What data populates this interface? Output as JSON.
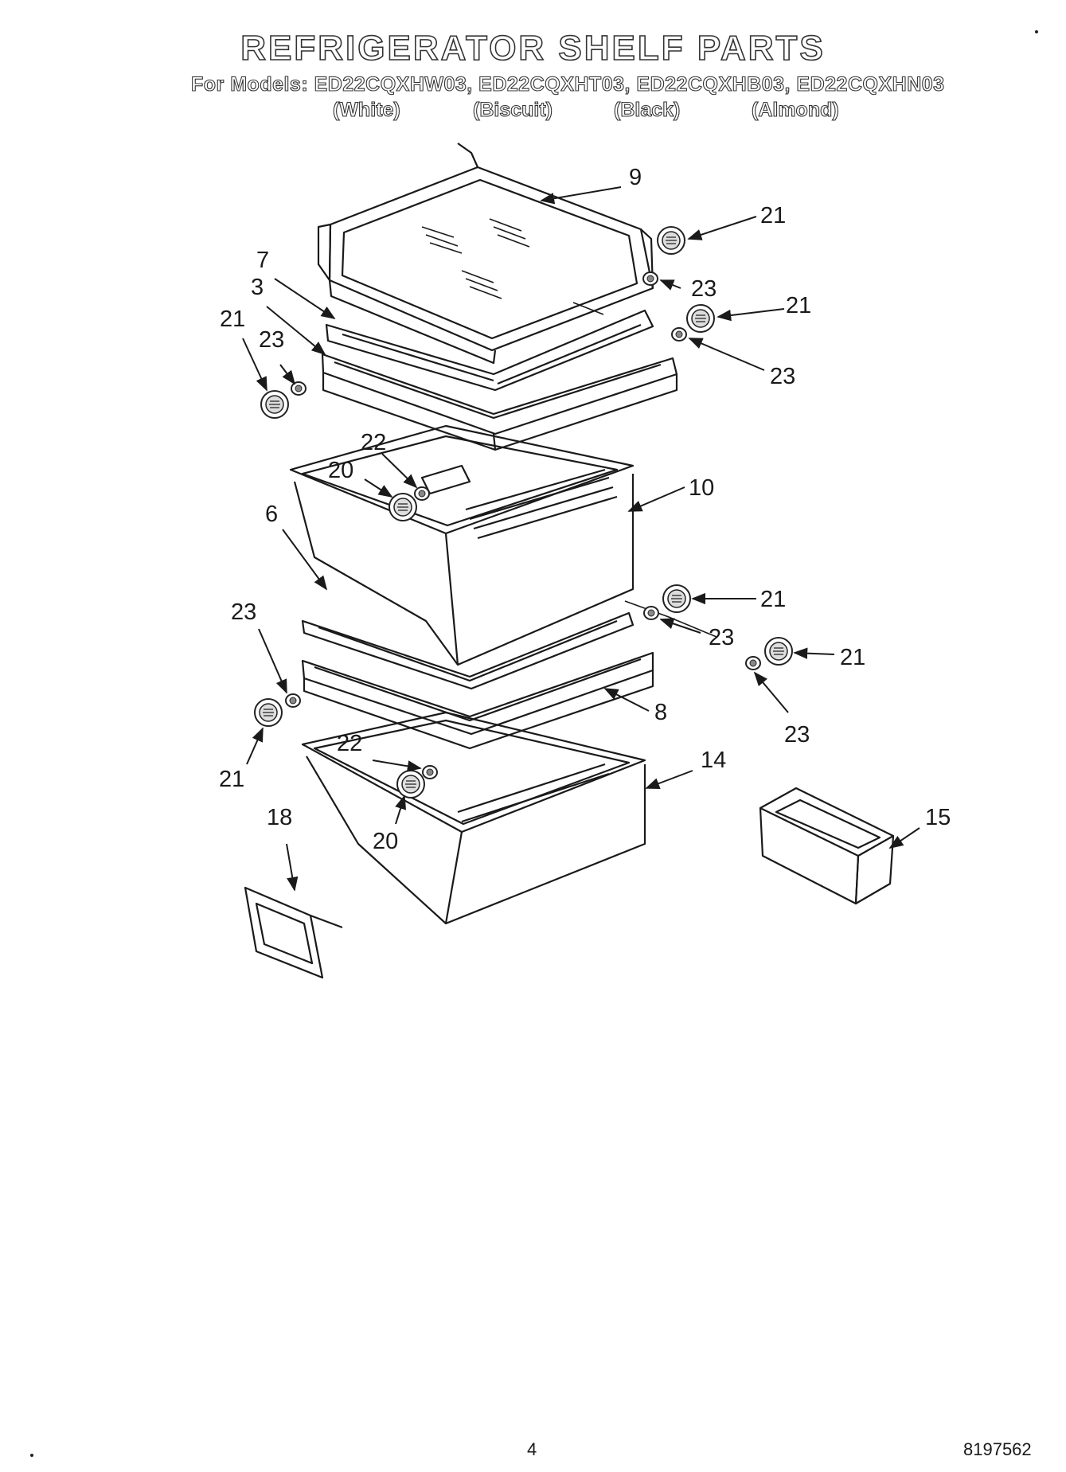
{
  "header": {
    "title": "REFRIGERATOR SHELF PARTS",
    "models_line": "For Models: ED22CQXHW03, ED22CQXHT03, ED22CQXHB03, ED22CQXHN03",
    "colors": [
      "(White)",
      "(Biscuit)",
      "(Black)",
      "(Almond)"
    ]
  },
  "callouts": {
    "c9": "9",
    "c21a": "21",
    "c23a": "23",
    "c21b": "21",
    "c23b": "23",
    "c7": "7",
    "c3": "3",
    "c21c": "21",
    "c23c": "23",
    "c22a": "22",
    "c20a": "20",
    "c10": "10",
    "c6": "6",
    "c23d": "23",
    "c21d": "21",
    "c23e": "23",
    "c21e": "21",
    "c8": "8",
    "c23f": "23",
    "c21f": "21",
    "c22b": "22",
    "c14": "14",
    "c18": "18",
    "c20b": "20",
    "c15": "15"
  },
  "footer": {
    "page_number": "4",
    "doc_number": "8197562"
  }
}
